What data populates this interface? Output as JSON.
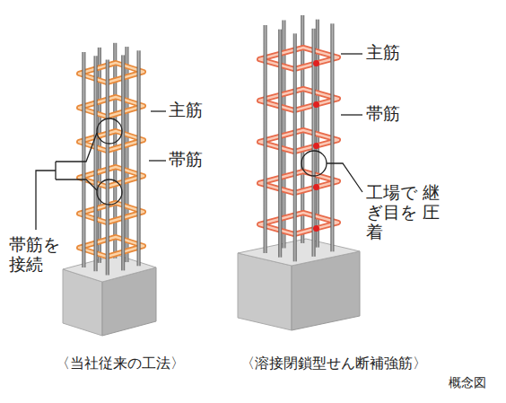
{
  "diagram": {
    "labels": [
      "主筋",
      "帯筋",
      "帯筋を 接続",
      "主筋",
      "帯筋",
      "工場で 継ぎ目を 圧着",
      "〈当社従来の工法〉",
      "〈溶接閉鎖型せん断補強筋〉",
      "概念図"
    ]
  }
}
